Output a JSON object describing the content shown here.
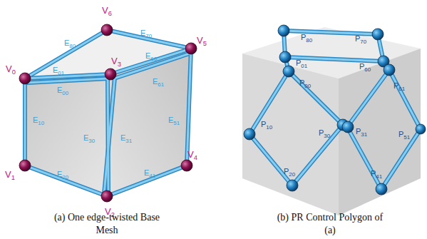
{
  "diagram": {
    "labels": [
      "V6",
      "V0",
      "V3",
      "V5",
      "V1",
      "V2",
      "V4",
      "E80",
      "E70",
      "E01",
      "E60",
      "E00",
      "E61",
      "E10",
      "E30",
      "E31",
      "E51",
      "E41",
      "E20",
      "P80",
      "P70",
      "P01",
      "P60",
      "P00",
      "P61",
      "P10",
      "P30",
      "P31",
      "P51",
      "P20",
      "P41",
      "(a) One edge-twisted Base Mesh",
      "(b) PR Control Polygon of (a)"
    ]
  }
}
